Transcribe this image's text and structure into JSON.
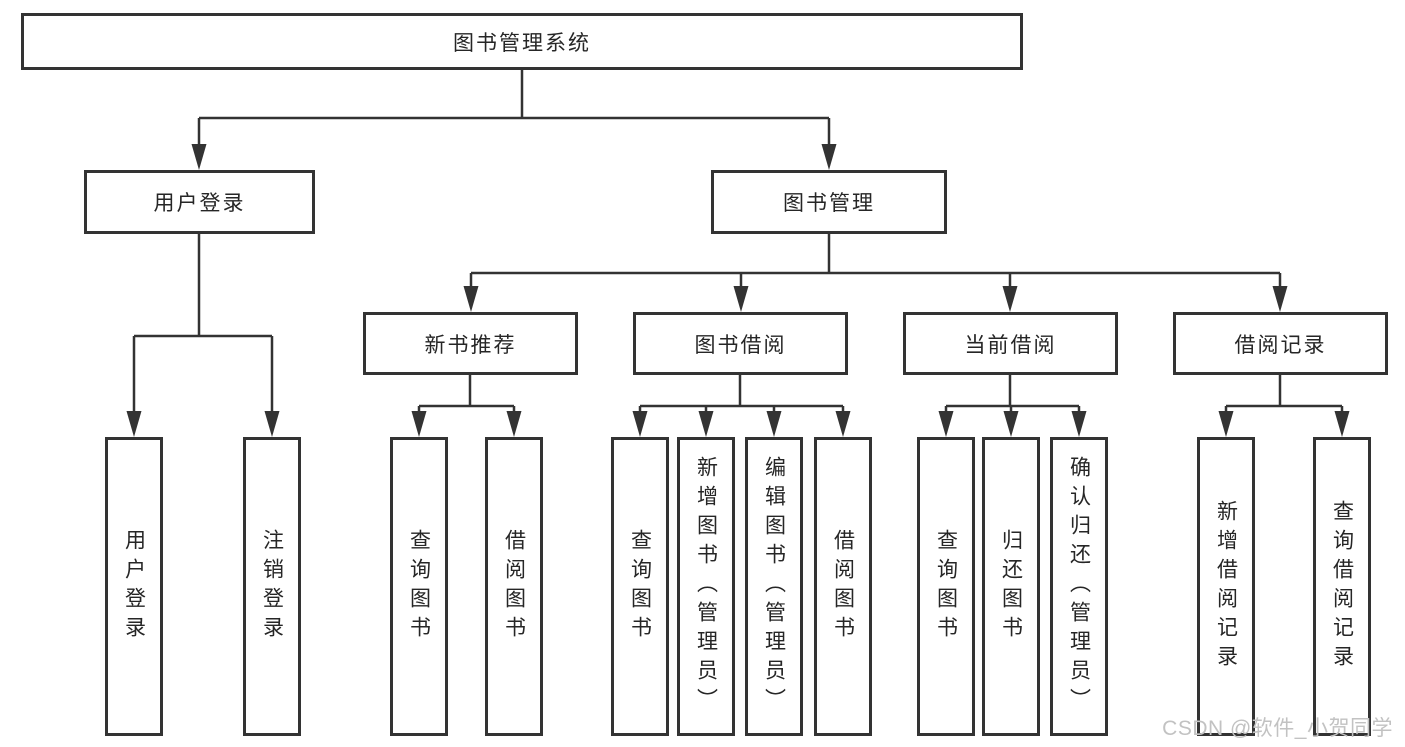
{
  "tree": {
    "root": {
      "label": "图书管理系统"
    },
    "login": {
      "label": "用户登录",
      "children": [
        {
          "label": "用户登录"
        },
        {
          "label": "注销登录"
        }
      ]
    },
    "management": {
      "label": "图书管理",
      "groups": [
        {
          "label": "新书推荐",
          "children": [
            {
              "label": "查询图书"
            },
            {
              "label": "借阅图书"
            }
          ]
        },
        {
          "label": "图书借阅",
          "children": [
            {
              "label": "查询图书"
            },
            {
              "label": "新增图书（管理员）"
            },
            {
              "label": "编辑图书（管理员）"
            },
            {
              "label": "借阅图书"
            }
          ]
        },
        {
          "label": "当前借阅",
          "children": [
            {
              "label": "查询图书"
            },
            {
              "label": "归还图书"
            },
            {
              "label": "确认归还（管理员）"
            }
          ]
        },
        {
          "label": "借阅记录",
          "children": [
            {
              "label": "新增借阅记录"
            },
            {
              "label": "查询借阅记录"
            }
          ]
        }
      ]
    }
  },
  "watermark": "CSDN @软件_小贺同学",
  "colors": {
    "line": "#333333",
    "text": "#262626",
    "watermark": "#c2c2c2",
    "background": "#ffffff"
  }
}
